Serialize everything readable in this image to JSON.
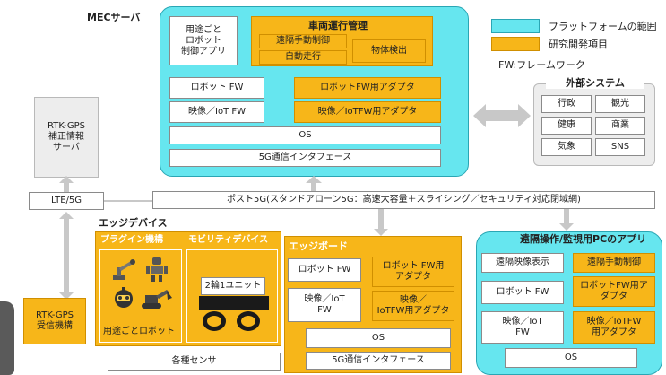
{
  "colors": {
    "platform": "#66e6ef",
    "research": "#f7b619",
    "arrow": "#c8c8c8"
  },
  "legend": {
    "platform": "プラットフォームの範囲",
    "research": "研究開発項目",
    "fw_note": "FW:フレームワーク"
  },
  "mec": {
    "title": "MECサーバ",
    "app_per_use": "用途ごと\nロボット\n制御アプリ",
    "vehicle_mgmt": "車両運行管理",
    "remote_control": "遠隔手動制御",
    "auto_drive": "自動走行",
    "object_detect": "物体検出",
    "robot_fw": "ロボット FW",
    "robot_fw_adapter": "ロボットFW用アダプタ",
    "video_iot_fw": "映像／IoT FW",
    "video_iot_adapter": "映像／IoTFW用アダプタ",
    "os": "OS",
    "5g_if": "5G通信インタフェース"
  },
  "external": {
    "title": "外部システム",
    "items": [
      "行政",
      "観光",
      "健康",
      "商業",
      "気象",
      "SNS"
    ]
  },
  "rtk_server": "RTK-GPS\n補正情報\nサーバ",
  "lte": "LTE/5G",
  "post5g": "ポスト5G(スタンドアローン5G：高速大容量＋スライシング／セキュリティ対応閉域網)",
  "edge": {
    "title": "エッジデバイス",
    "plugin": "プラグイン機構",
    "robot_per_use": "用途ごとロボット",
    "mobility": "モビリティデバイス",
    "two_wheel": "2輪1ユニット",
    "board_title": "エッジボード",
    "robot_fw": "ロボット FW",
    "robot_fw_adapter": "ロボット FW用\nアダプタ",
    "video_iot_fw": "映像／IoT\nFW",
    "video_iot_adapter": "映像／\nIoTFW用アダプタ",
    "os": "OS",
    "5g_if": "5G通信インタフェース",
    "sensors": "各種センサ"
  },
  "rtk_receiver": "RTK-GPS\n受信機構",
  "pc_app": {
    "title": "遠隔操作/監視用PCのアプリ",
    "remote_view": "遠隔映像表示",
    "remote_control": "遠隔手動制御",
    "robot_fw": "ロボット FW",
    "robot_fw_adapter": "ロボットFW用ア\nダプタ",
    "video_iot_fw": "映像／IoT\nFW",
    "video_iot_adapter": "映像／IoTFW\n用アダプタ",
    "os": "OS"
  }
}
